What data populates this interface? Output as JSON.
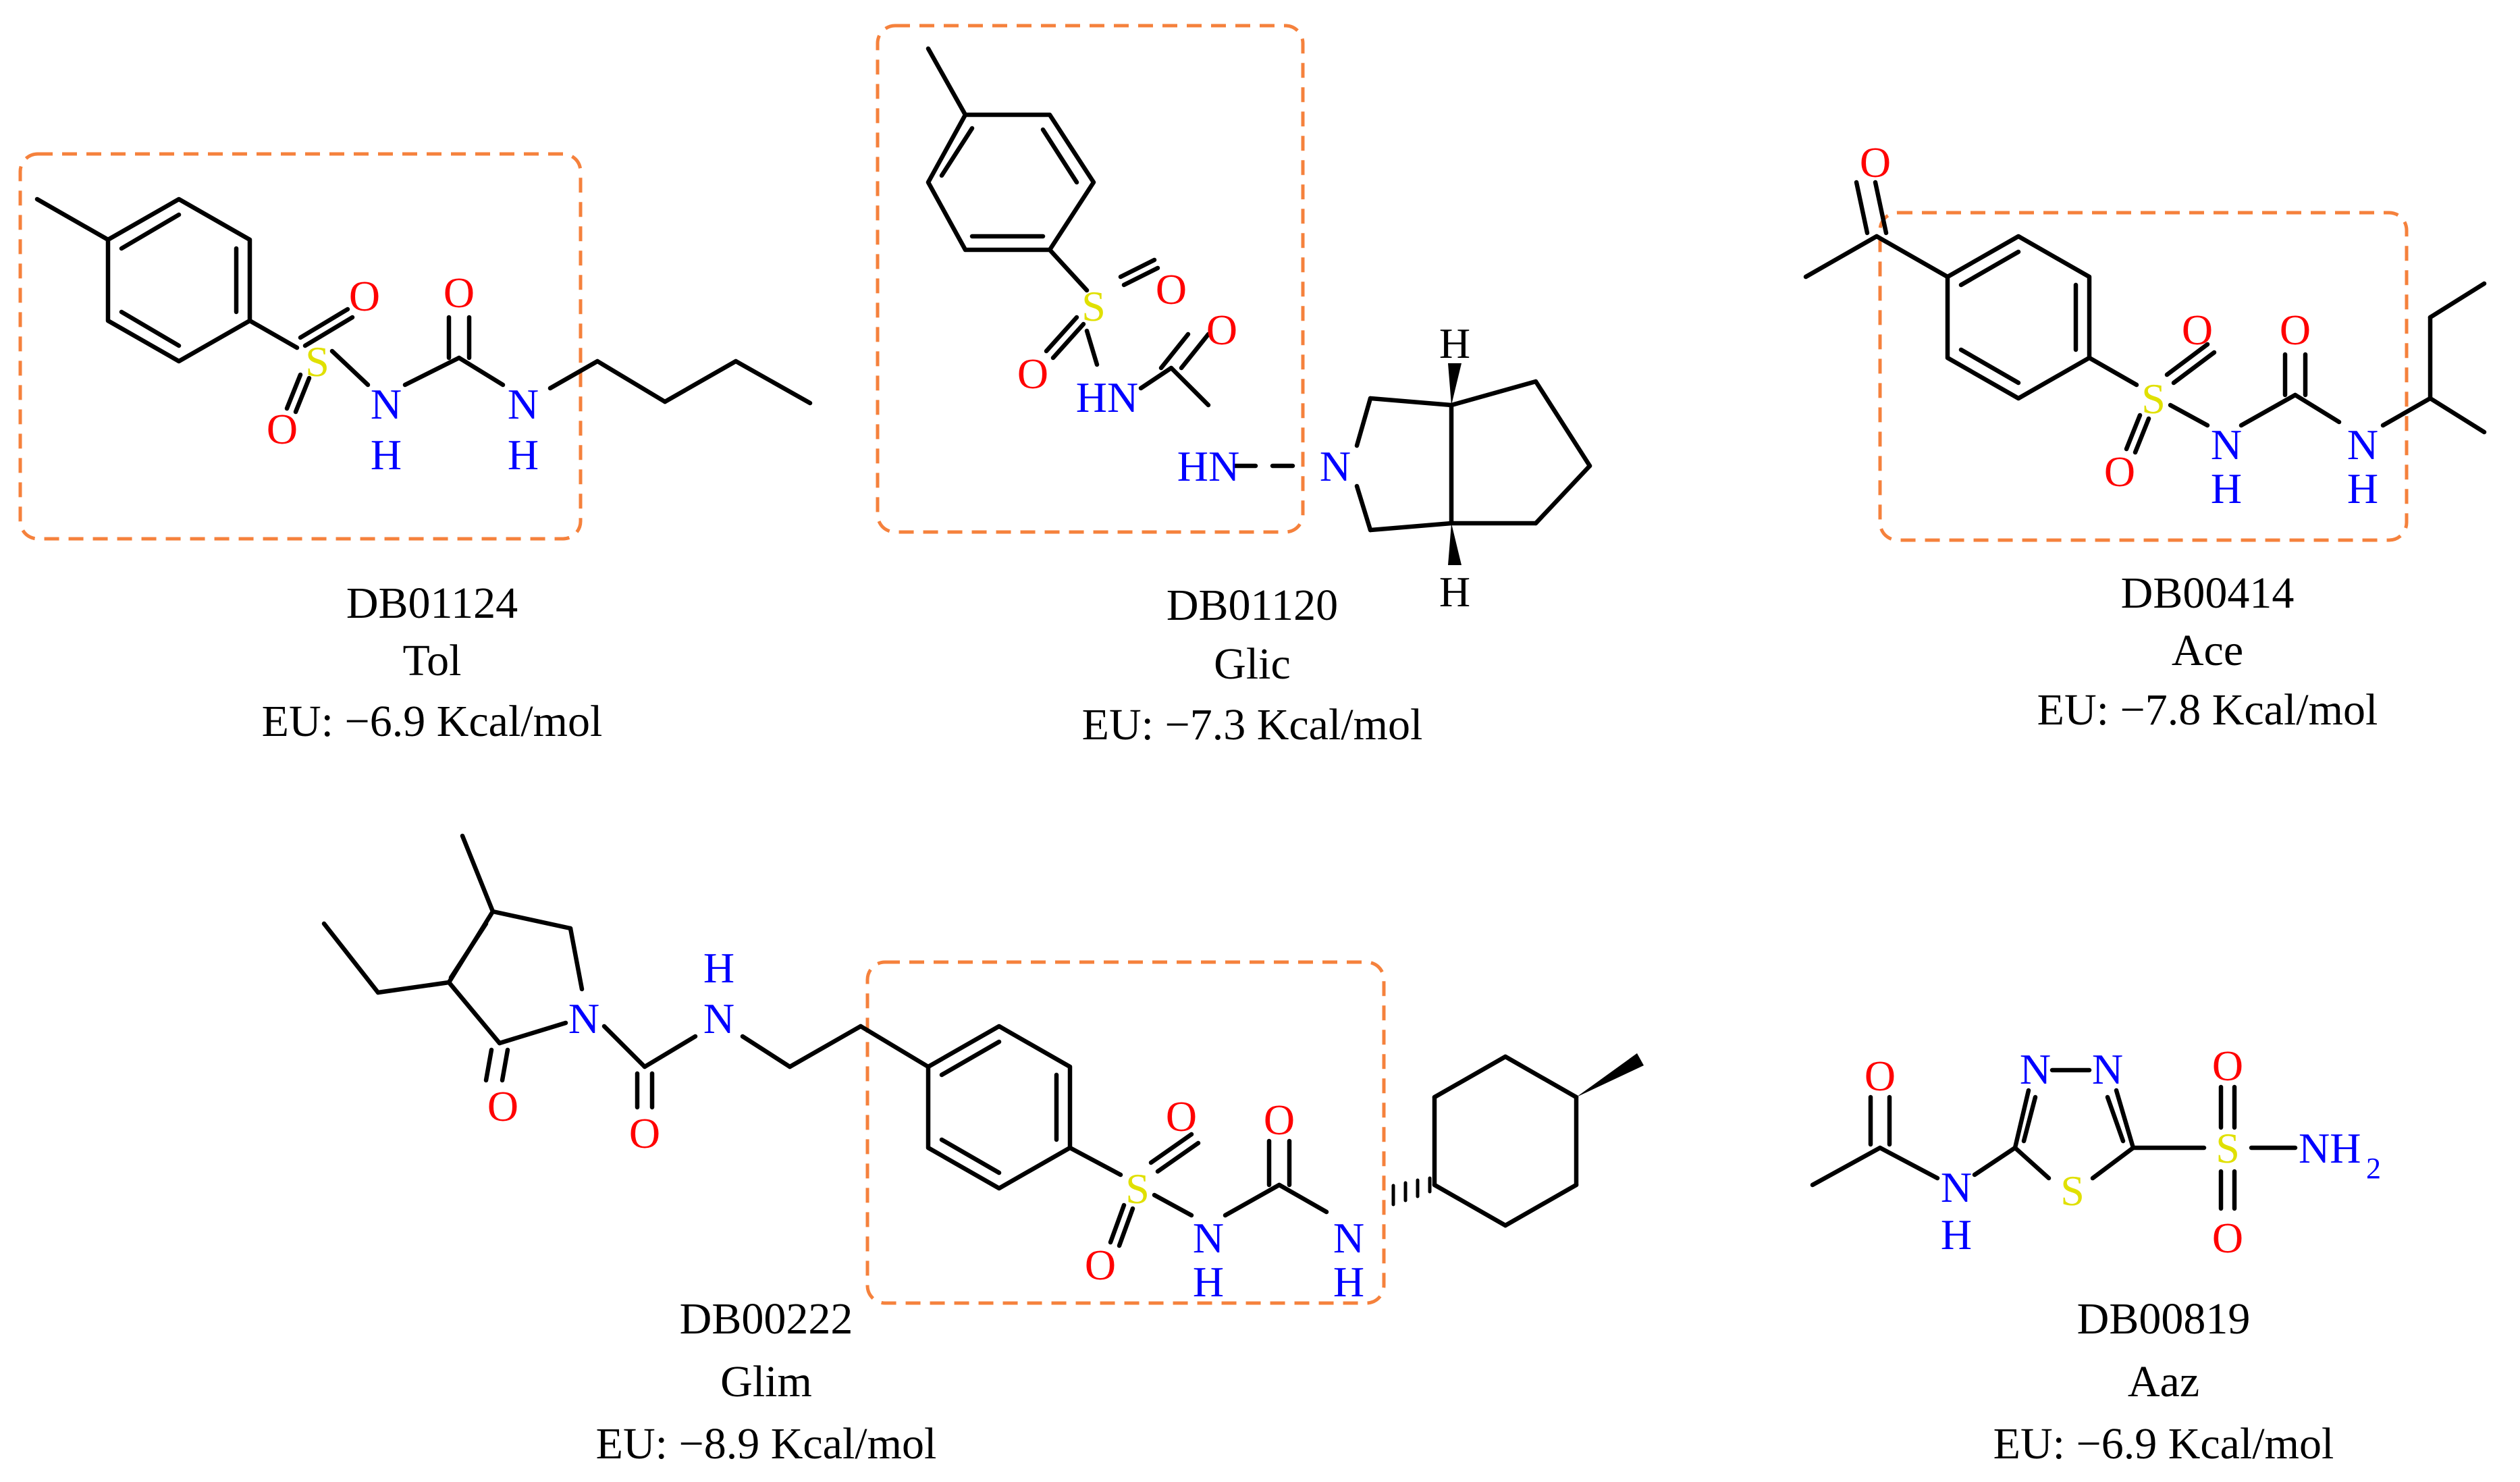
{
  "colors": {
    "oxygen": "#ff0000",
    "nitrogen": "#0000ff",
    "sulfur": "#e0e000",
    "highlight": "#f5813c",
    "bond": "#000000"
  },
  "atoms": {
    "O": "O",
    "N": "N",
    "S": "S",
    "H": "H",
    "NH": "NH",
    "HN": "HN",
    "NH2": "NH",
    "sub2": "2"
  },
  "compounds": [
    {
      "id": "DB01124",
      "name": "Tol",
      "energy": "EU: −6.9 Kcal/mol"
    },
    {
      "id": "DB01120",
      "name": "Glic",
      "energy": "EU: −7.3 Kcal/mol"
    },
    {
      "id": "DB00414",
      "name": "Ace",
      "energy": "EU: −7.8 Kcal/mol"
    },
    {
      "id": "DB00222",
      "name": "Glim",
      "energy": "EU: −8.9 Kcal/mol"
    },
    {
      "id": "DB00819",
      "name": "Aaz",
      "energy": "EU: −6.9 Kcal/mol"
    }
  ]
}
